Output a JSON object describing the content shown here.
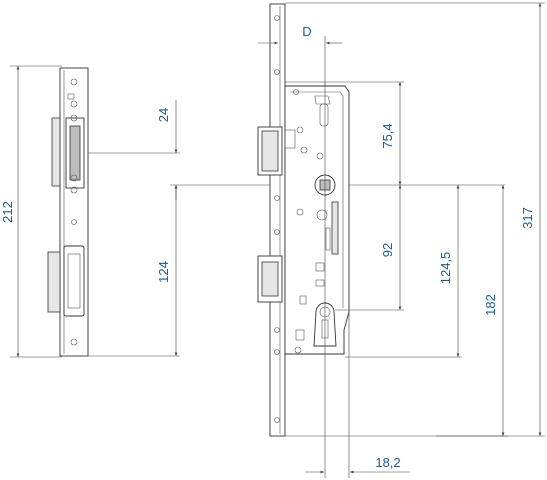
{
  "dimensions": {
    "d_label": "D",
    "d212": "212",
    "d24": "24",
    "d124": "124",
    "d75_4": "75,4",
    "d92": "92",
    "d124_5": "124,5",
    "d182": "182",
    "d317": "317",
    "d18_2": "18,2"
  },
  "colors": {
    "dimension_text": "#1a5b8f",
    "line": "#333333"
  }
}
